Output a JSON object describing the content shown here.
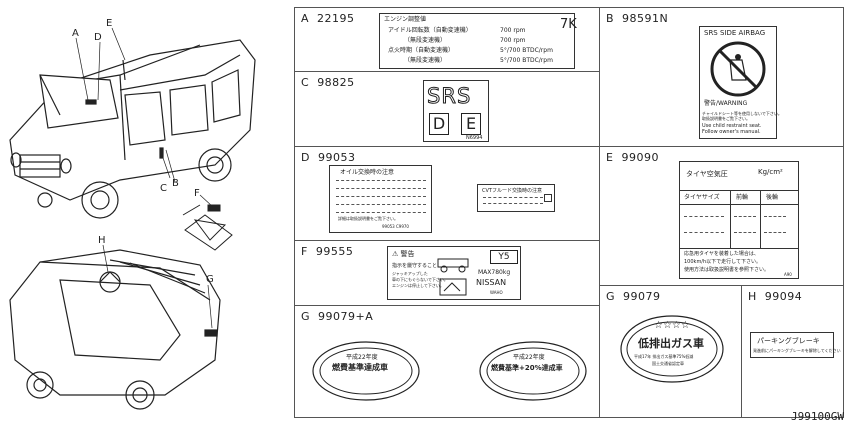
{
  "callouts": {
    "A": "A",
    "B": "B",
    "C": "C",
    "D": "D",
    "E": "E",
    "F": "F",
    "G": "G",
    "H": "H"
  },
  "cells": {
    "A": {
      "letter": "A",
      "part": "22195",
      "title": "エンジン調整値",
      "rows": [
        {
          "k": "アイドル回転数（自動変速機）",
          "v": "700 rpm"
        },
        {
          "k": "（無段変速機）",
          "v": "700 rpm"
        },
        {
          "k": "点火時期（自動変速機）",
          "v": "5°/700 BTDC/rpm"
        },
        {
          "k": "（無段変速機）",
          "v": "5°/700 BTDC/rpm"
        }
      ],
      "mark": "7K"
    },
    "B": {
      "letter": "B",
      "part": "98591N",
      "title": "SRS SIDE AIRBAG",
      "warn": "警告/WARNING",
      "line1": "チャイルドシート等を使用しないで下さい。",
      "line2": "取扱説明書をご覧下さい。",
      "line3": "Use child restraint seat.",
      "line4": "Follow owner's manual."
    },
    "C": {
      "letter": "C",
      "part": "98825",
      "s1": "S",
      "s2": "R",
      "s3": "S",
      "s4": "D",
      "s5": "E",
      "code": "N6994"
    },
    "D": {
      "letter": "D",
      "part": "99053",
      "title": "オイル交換時の注意",
      "note": "詳細は取扱説明書をご覧下さい。",
      "small": "99053 C9970",
      "cvt": "CVTフルード交換時の注意"
    },
    "E": {
      "letter": "E",
      "part": "99090",
      "title": "タイヤ空気圧",
      "unit": "Kg/cm²",
      "col1": "タイヤサイズ",
      "col2": "前輪",
      "col3": "後輪",
      "foot1": "応急用タイヤを装着した場合は、",
      "foot2": "100km/h以下で走行して下さい。",
      "foot3": "使用方法は取扱説明書を参照下さい。",
      "code": "A90"
    },
    "F": {
      "letter": "F",
      "part": "99555",
      "warn": "警告",
      "tag": "Y5",
      "t1": "指示を厳守すること",
      "t2": "ジャッキアップした",
      "t3": "車の下にもぐらないで下さい。",
      "t4": "エンジンは停止して下さい。",
      "max": "MAX780kg",
      "brand": "NISSAN",
      "code2": "WAHO"
    },
    "G1": {
      "letter": "G",
      "part": "99079+A",
      "e1a": "平成22年度",
      "e1b": "燃費基準達成車",
      "e2a": "平成22年度",
      "e2b": "燃費基準+20%達成車"
    },
    "G2": {
      "letter": "G",
      "part": "99079",
      "stars": "☆☆☆☆",
      "title": "低排出ガス車",
      "s1": "平成17年 排出ガス基準75%低減",
      "s2": "国土交通省認定車"
    },
    "H": {
      "letter": "H",
      "part": "99094",
      "title": "パーキングブレーキ",
      "sub": "発進前にパーキングブレーキを解除してください"
    }
  },
  "diagram_code": "J99100GW"
}
